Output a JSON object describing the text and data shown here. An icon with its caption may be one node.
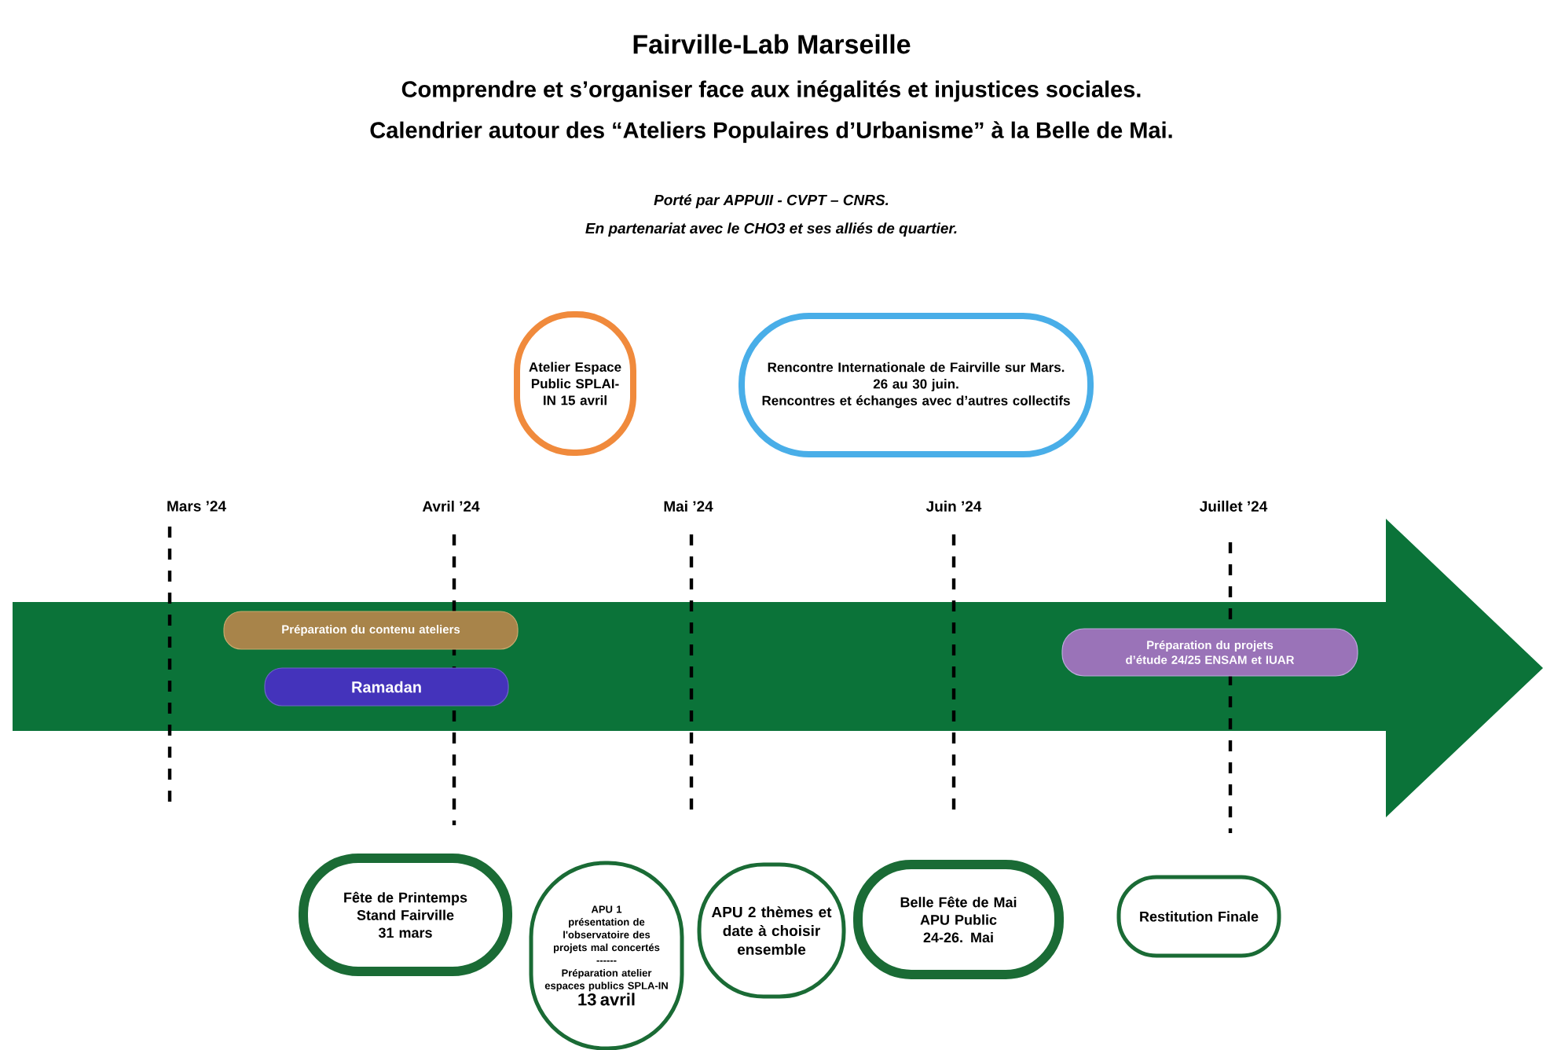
{
  "diagram": {
    "title": "Fairville-Lab Marseille",
    "nodes": [
      {
        "text": [
          "Atelier Espace Public SPLAI-IN 15 avril"
        ]
      },
      {
        "text": [
          "Rencontre Internationale de Fairville sur Mars.",
          "26 au 30 juin.",
          "Rencontres et échanges avec d’autres collectifs"
        ]
      },
      {
        "text": [
          "Préparation du contenu ateliers"
        ]
      },
      {
        "text": [
          "Ramadan"
        ]
      },
      {
        "text": [
          "Préparation du projets d’étude 24/25 ENSAM et IUAR"
        ]
      },
      {
        "text": [
          "Fête de Printemps Stand Fairville",
          "31 mars"
        ]
      },
      {
        "text": [
          "APU 1",
          "présentation de l'observatoire des projets mal concertés",
          "------",
          "Préparation atelier espaces publics SPLA-IN",
          "13 avril"
        ]
      },
      {
        "text": [
          "APU 2 thèmes et date à choisir ensemble"
        ]
      },
      {
        "text": [
          "Belle  Fête de Mai",
          "APU Public",
          "24-26. Mai"
        ]
      },
      {
        "text": [
          "Restitution Finale"
        ]
      }
    ],
    "labels": [
      "Comprendre et s’organiser face aux inégalités et injustices sociales.",
      "Calendrier autour des “Ateliers Populaires d’Urbanisme” à la Belle de Mai.",
      "Porté par APPUII - CVPT – CNRS.",
      "En partenariat avec le CHO3 et ses alliés de quartier.",
      "Mars ’24",
      "Avril ’24",
      "Mai ’24",
      "Juin ’24",
      "Juillet ’24"
    ]
  }
}
